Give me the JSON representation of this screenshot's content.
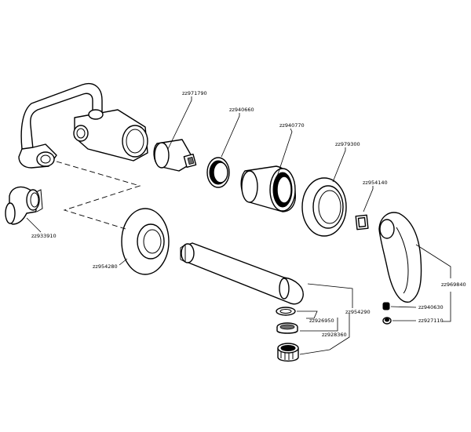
{
  "labels": {
    "p971790": "zz971790",
    "p940660": "zz940660",
    "p940770": "zz940770",
    "p979300": "zz979300",
    "p954140": "zz954140",
    "p933910": "zz933910",
    "p954280": "zz954280",
    "p954290": "zz954290",
    "p926950": "zz926950",
    "p928360": "zz928360",
    "p969840": "zz969840",
    "p940630": "zz940630",
    "p927110": "zz927110"
  },
  "colors": {
    "line": "#000000",
    "background": "#ffffff"
  }
}
